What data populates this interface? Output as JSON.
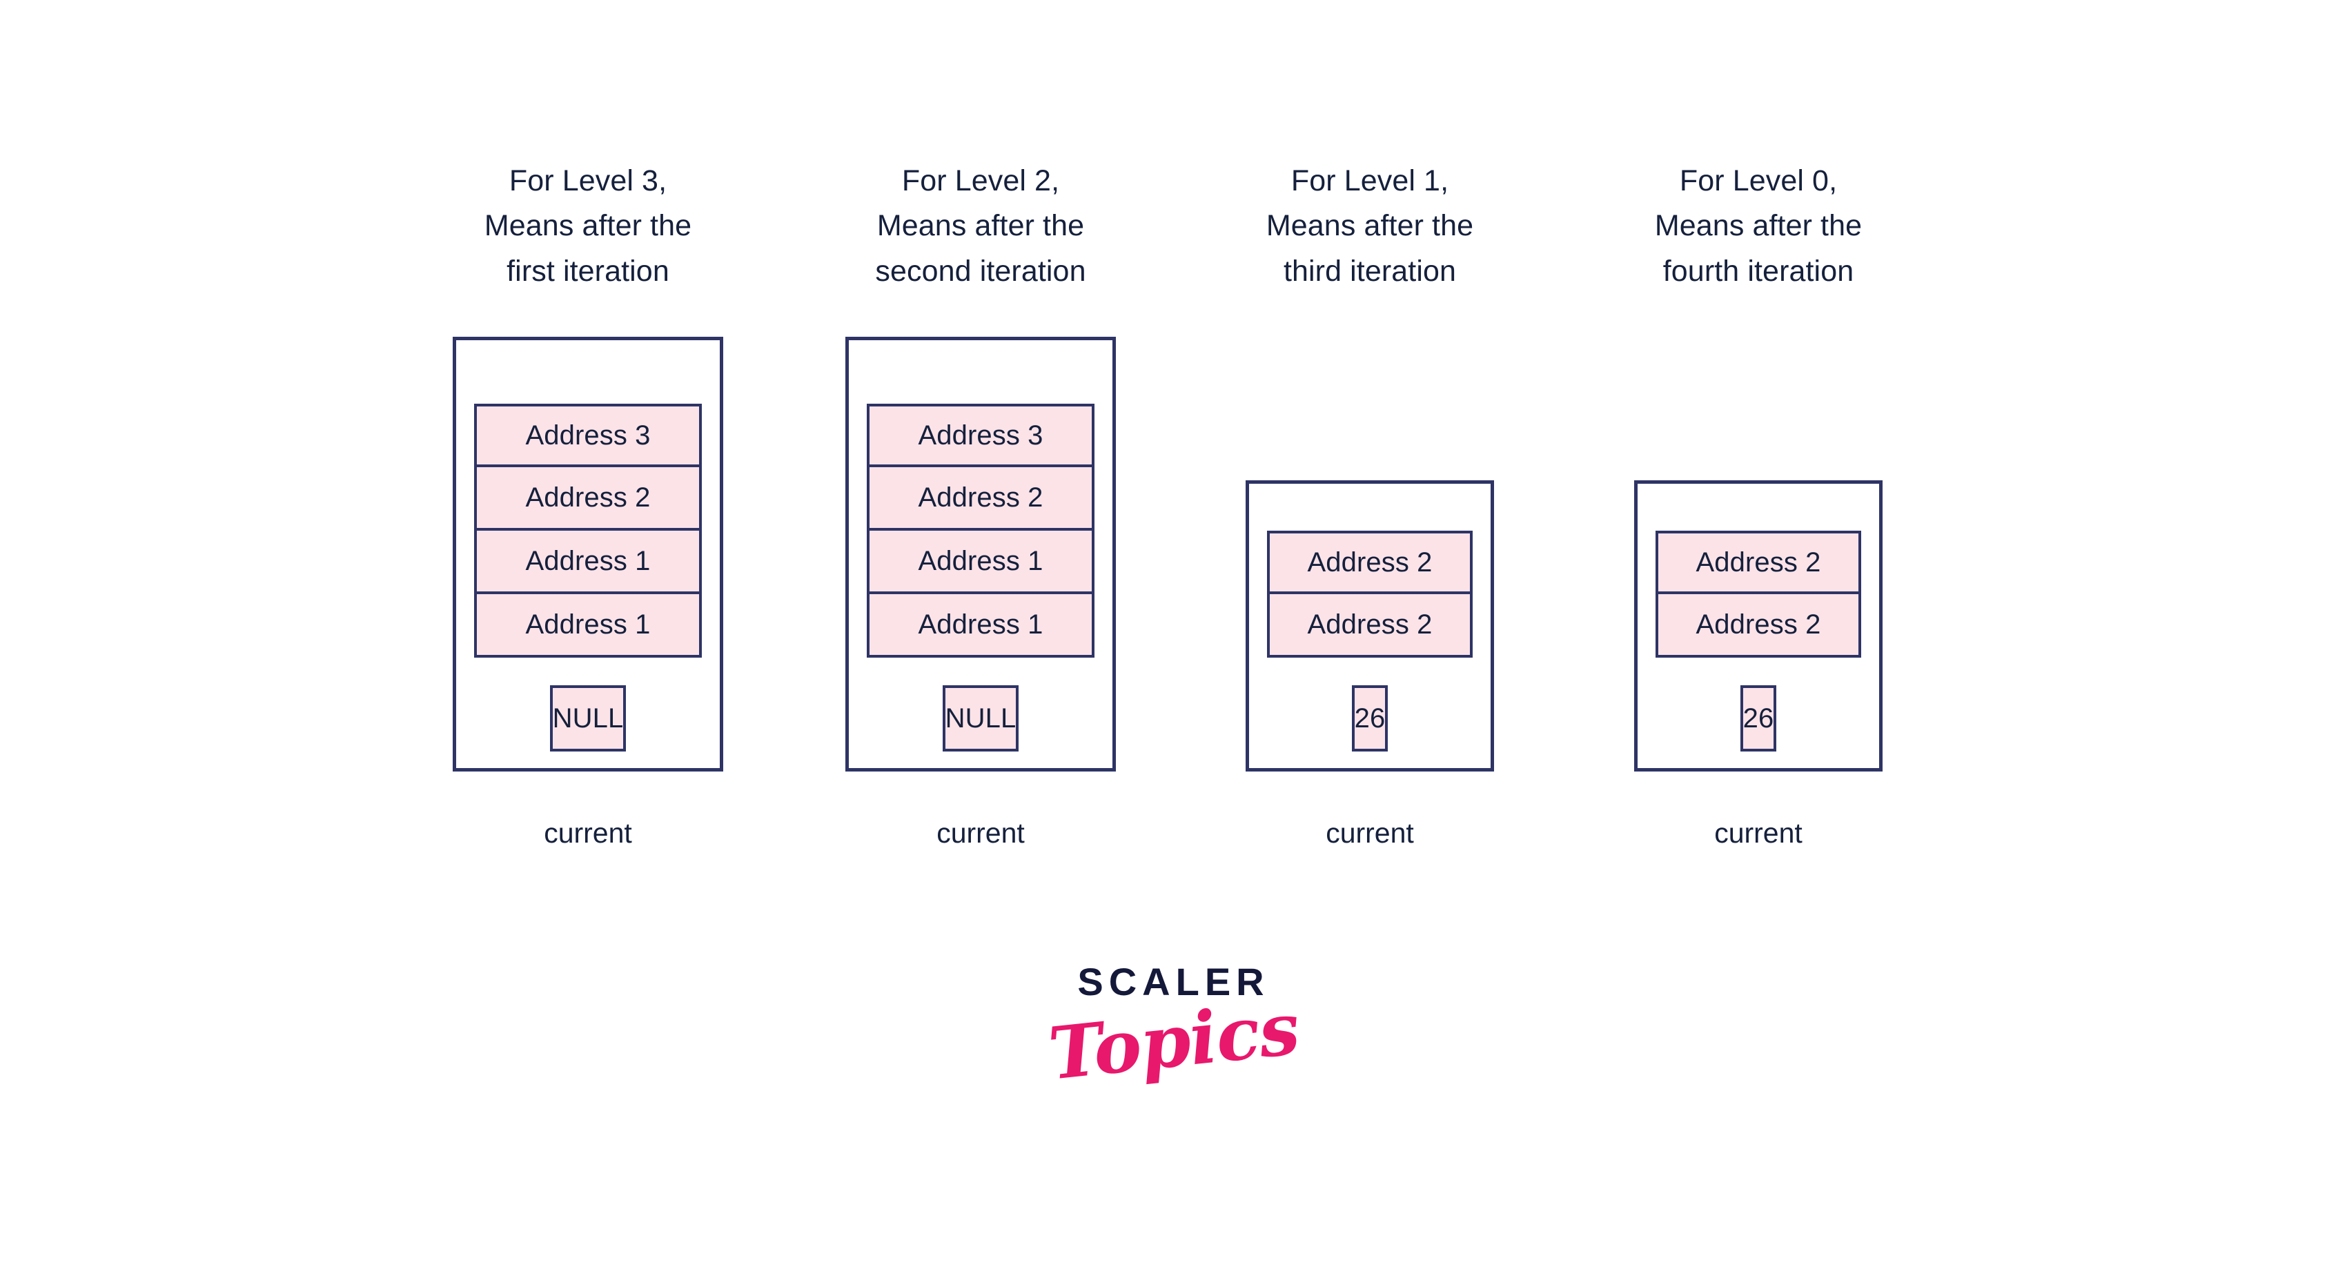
{
  "diagram": {
    "title": "Stack states across iterations",
    "colors": {
      "cell_fill": "#fce3e8",
      "border": "#2e3465",
      "text": "#15203c",
      "background": "#ffffff",
      "logo_dark": "#14193a",
      "logo_pink": "#e8186c"
    },
    "columns": [
      {
        "header": "For Level 3,\nMeans after the\nfirst iteration",
        "header_line1": "For Level 3,",
        "header_line2": "Means after the",
        "header_line3": "first iteration",
        "cells": [
          "Address 3",
          "Address 2",
          "Address 1",
          "Address 1"
        ],
        "bottom_cell": "NULL",
        "pointer_label": "current"
      },
      {
        "header": "For Level 2,\nMeans after the\nsecond iteration",
        "header_line1": "For Level 2,",
        "header_line2": "Means after the",
        "header_line3": "second iteration",
        "cells": [
          "Address 3",
          "Address 2",
          "Address 1",
          "Address 1"
        ],
        "bottom_cell": "NULL",
        "pointer_label": "current"
      },
      {
        "header": "For Level 1,\nMeans after the\nthird iteration",
        "header_line1": "For Level 1,",
        "header_line2": "Means after the",
        "header_line3": "third iteration",
        "cells": [
          "Address 2",
          "Address 2"
        ],
        "bottom_cell": "26",
        "pointer_label": "current"
      },
      {
        "header": "For Level 0,\nMeans after the\nfourth iteration",
        "header_line1": "For Level 0,",
        "header_line2": "Means after the",
        "header_line3": "fourth iteration",
        "cells": [
          "Address 2",
          "Address 2"
        ],
        "bottom_cell": "26",
        "pointer_label": "current"
      }
    ]
  },
  "logo": {
    "wordmark": "SCALER",
    "script": "Topics"
  }
}
